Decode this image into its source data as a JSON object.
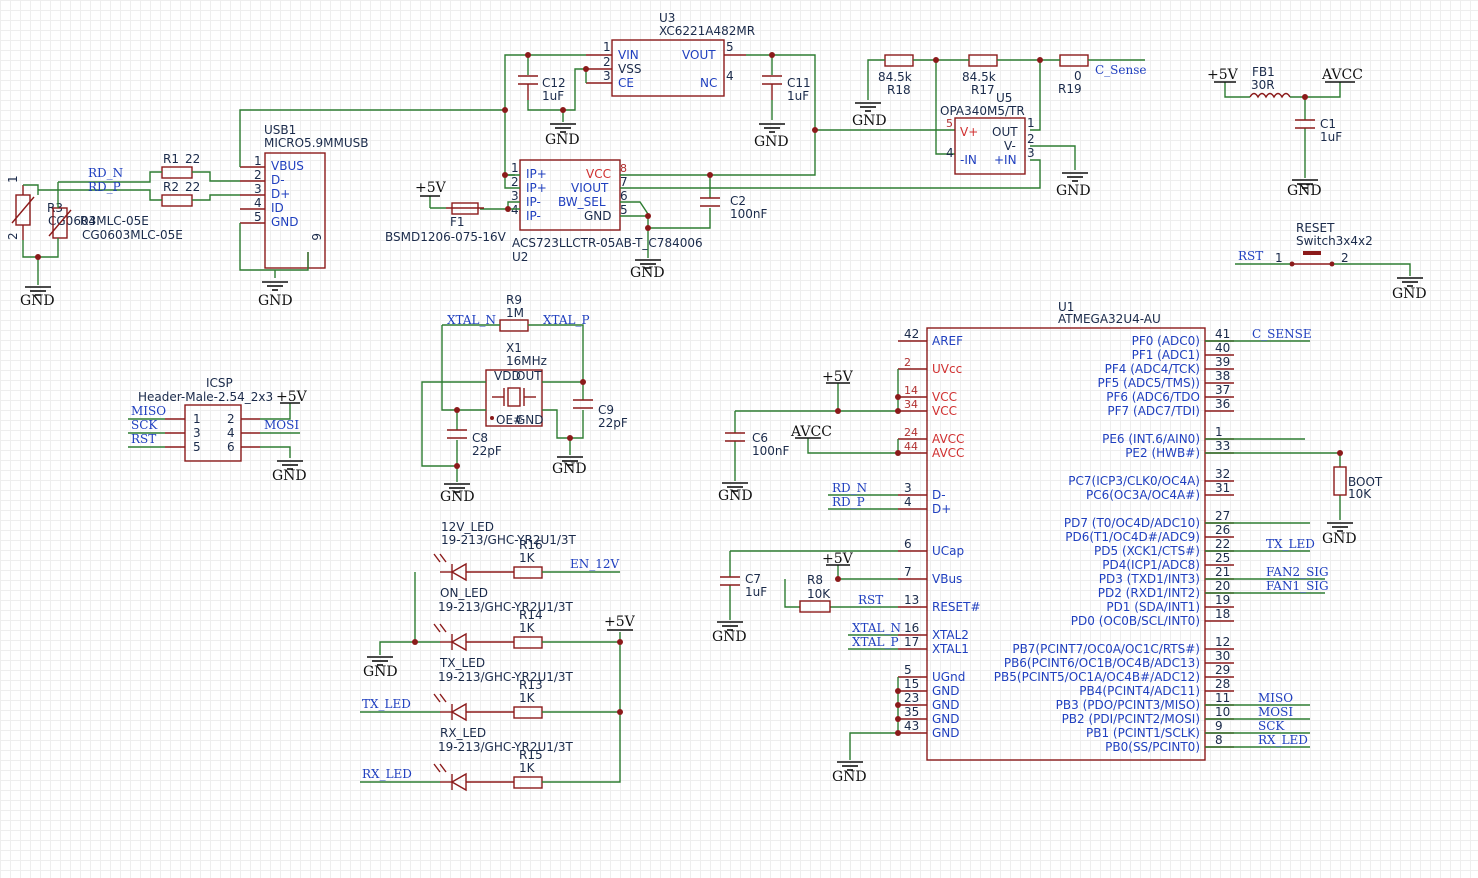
{
  "gnd": "GND",
  "p5v": "+5V",
  "avcc": "AVCC",
  "usb1": {
    "ref": "USB1",
    "val": "MICRO5.9MMUSB",
    "pins": [
      "VBUS",
      "D-",
      "D+",
      "ID",
      "GND"
    ],
    "nums": [
      "1",
      "2",
      "3",
      "4",
      "5",
      "6"
    ]
  },
  "r1": {
    "ref": "R1",
    "val": "22"
  },
  "r2": {
    "ref": "R2",
    "val": "22"
  },
  "r3": {
    "ref": "R3",
    "val": "CG0603MLC-05E"
  },
  "r4": {
    "ref": "R4",
    "val": "CG0603MLC-05E"
  },
  "nets": {
    "rd_n": "RD_N",
    "rd_p": "RD_P",
    "c_sense": "C_Sense",
    "c_sense_u1": "C_SENSE",
    "xtal_n": "XTAL_N",
    "xtal_p": "XTAL_P",
    "miso": "MISO",
    "sck": "SCK",
    "rst": "RST",
    "mosi": "MOSI",
    "en_12v": "EN_12V",
    "tx_led": "TX_LED",
    "rx_led": "RX_LED",
    "fan2": "FAN2_SIG",
    "fan1": "FAN1_SIG"
  },
  "u3": {
    "ref": "U3",
    "val": "XC6221A482MR",
    "pins": [
      "VIN",
      "VSS",
      "CE",
      "VOUT",
      "NC"
    ],
    "nums": [
      "1",
      "2",
      "3",
      "5",
      "4"
    ]
  },
  "c12": {
    "ref": "C12",
    "val": "1uF"
  },
  "c11": {
    "ref": "C11",
    "val": "1uF"
  },
  "u2": {
    "ref": "U2",
    "val": "ACS723LLCTR-05AB-T_C784006",
    "pins": [
      "IP+",
      "IP+",
      "IP-",
      "IP-",
      "VCC",
      "VIOUT",
      "BW_SEL",
      "GND"
    ],
    "nums": [
      "1",
      "2",
      "3",
      "4",
      "8",
      "7",
      "6",
      "5"
    ]
  },
  "f1": {
    "ref": "F1",
    "val": "BSMD1206-075-16V"
  },
  "c2": {
    "ref": "C2",
    "val": "100nF"
  },
  "r18": {
    "ref": "R18",
    "val": "84.5k"
  },
  "r17": {
    "ref": "R17",
    "val": "84.5k"
  },
  "r19": {
    "ref": "R19",
    "val": "0"
  },
  "u5": {
    "ref": "U5",
    "val": "OPA340M5/TR",
    "pins": [
      "V+",
      "-IN",
      "OUT",
      "V-",
      "+IN"
    ],
    "nums": [
      "5",
      "4",
      "1",
      "2",
      "3"
    ]
  },
  "fb1": {
    "ref": "FB1",
    "val": "30R"
  },
  "c1": {
    "ref": "C1",
    "val": "1uF"
  },
  "reset": {
    "ref": "RESET",
    "val": "Switch3x4x2",
    "nums": [
      "1",
      "2"
    ]
  },
  "icsp": {
    "ref": "ICSP",
    "val": "Header-Male-2.54_2x3",
    "nums": [
      "1",
      "2",
      "3",
      "4",
      "5",
      "6"
    ]
  },
  "r9": {
    "ref": "R9",
    "val": "1M"
  },
  "x1": {
    "ref": "X1",
    "val": "16MHz",
    "vdd": "VDD",
    "out": "OUT",
    "oe": "OE#",
    "gnd": "GND"
  },
  "c8": {
    "ref": "C8",
    "val": "22pF"
  },
  "c9": {
    "ref": "C9",
    "val": "22pF"
  },
  "c6": {
    "ref": "C6",
    "val": "100nF"
  },
  "c7": {
    "ref": "C7",
    "val": "1uF"
  },
  "r8": {
    "ref": "R8",
    "val": "10K"
  },
  "boot": {
    "ref": "BOOT",
    "val": "10K"
  },
  "leds": [
    {
      "ref": "12V_LED",
      "val": "19-213/GHC-YR2U1/3T",
      "rref": "R16",
      "rval": "1K"
    },
    {
      "ref": "ON_LED",
      "val": "19-213/GHC-YR2U1/3T",
      "rref": "R14",
      "rval": "1K"
    },
    {
      "ref": "TX_LED",
      "val": "19-213/GHC-YR2U1/3T",
      "rref": "R13",
      "rval": "1K"
    },
    {
      "ref": "RX_LED",
      "val": "19-213/GHC-YR2U1/3T",
      "rref": "R15",
      "rval": "1K"
    }
  ],
  "u1": {
    "ref": "U1",
    "val": "ATMEGA32U4-AU",
    "left": [
      {
        "n": "42",
        "l": "AREF",
        "red": false
      },
      {
        "n": "2",
        "l": "UVcc",
        "red": true
      },
      {
        "n": "14",
        "l": "VCC",
        "red": true
      },
      {
        "n": "34",
        "l": "VCC",
        "red": true
      },
      {
        "n": "24",
        "l": "AVCC",
        "red": true
      },
      {
        "n": "44",
        "l": "AVCC",
        "red": true
      },
      {
        "n": "3",
        "l": "D-",
        "red": false
      },
      {
        "n": "4",
        "l": "D+",
        "red": false
      },
      {
        "n": "6",
        "l": "UCap",
        "red": false
      },
      {
        "n": "7",
        "l": "VBus",
        "red": false
      },
      {
        "n": "13",
        "l": "RESET#",
        "red": false
      },
      {
        "n": "16",
        "l": "XTAL2",
        "red": false
      },
      {
        "n": "17",
        "l": "XTAL1",
        "red": false
      },
      {
        "n": "5",
        "l": "UGnd",
        "red": false
      },
      {
        "n": "15",
        "l": "GND",
        "red": false
      },
      {
        "n": "23",
        "l": "GND",
        "red": false
      },
      {
        "n": "35",
        "l": "GND",
        "red": false
      },
      {
        "n": "43",
        "l": "GND",
        "red": false
      }
    ],
    "right": [
      {
        "n": "41",
        "l": "PF0 (ADC0)"
      },
      {
        "n": "40",
        "l": "PF1 (ADC1)"
      },
      {
        "n": "39",
        "l": "PF4 (ADC4/TCK)"
      },
      {
        "n": "38",
        "l": "PF5 (ADC5/TMS))"
      },
      {
        "n": "37",
        "l": "PF6 (ADC6/TDO"
      },
      {
        "n": "36",
        "l": "PF7 (ADC7/TDI)"
      },
      {
        "n": "1",
        "l": "PE6 (INT.6/AIN0)"
      },
      {
        "n": "33",
        "l": "PE2 (HWB#)"
      },
      {
        "n": "32",
        "l": "PC7(ICP3/CLK0/OC4A)"
      },
      {
        "n": "31",
        "l": "PC6(OC3A/OC4A#)"
      },
      {
        "n": "27",
        "l": "PD7 (T0/OC4D/ADC10)"
      },
      {
        "n": "26",
        "l": "PD6(T1/OC4D#/ADC9)"
      },
      {
        "n": "22",
        "l": "PD5 (XCK1/CTS#)"
      },
      {
        "n": "25",
        "l": "PD4(ICP1/ADC8)"
      },
      {
        "n": "21",
        "l": "PD3 (TXD1/INT3)"
      },
      {
        "n": "20",
        "l": "PD2 (RXD1/INT2)"
      },
      {
        "n": "19",
        "l": "PD1 (SDA/INT1)"
      },
      {
        "n": "18",
        "l": "PD0 (OC0B/SCL/INT0)"
      },
      {
        "n": "12",
        "l": "PB7(PCINT7/OC0A/OC1C/RTS#)"
      },
      {
        "n": "30",
        "l": "PB6(PCINT6/OC1B/OC4B/ADC13)"
      },
      {
        "n": "29",
        "l": "PB5(PCINT5/OC1A/OC4B#/ADC12)"
      },
      {
        "n": "28",
        "l": "PB4(PCINT4/ADC11)"
      },
      {
        "n": "11",
        "l": "PB3 (PDO/PCINT3/MISO)"
      },
      {
        "n": "10",
        "l": "PB2 (PDI/PCINT2/MOSI)"
      },
      {
        "n": "9",
        "l": "PB1 (PCINT1/SCLK)"
      },
      {
        "n": "8",
        "l": "PB0(SS/PCINT0)"
      }
    ]
  }
}
